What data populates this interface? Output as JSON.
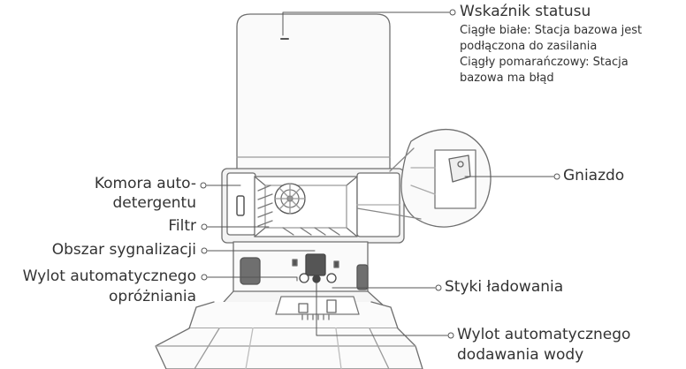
{
  "labels": {
    "status_indicator": {
      "title": "Wskaźnik statusu",
      "lines": [
        "Ciągłe białe: Stacja bazowa jest",
        "podłączona do zasilania",
        "Ciągły pomarańczowy: Stacja",
        "bazowa ma błąd"
      ]
    },
    "detergent_chamber": {
      "line1": "Komora auto-",
      "line2": "detergentu"
    },
    "filter": "Filtr",
    "signal_area": "Obszar sygnalizacji",
    "evacuation_outlet": {
      "line1": "Wylot automatycznego",
      "line2": "opróżniania"
    },
    "socket": "Gniazdo",
    "charging_contacts": "Styki ładowania",
    "water_outlet": {
      "line1": "Wylot automatycznego",
      "line2": "dodawania wody"
    }
  }
}
